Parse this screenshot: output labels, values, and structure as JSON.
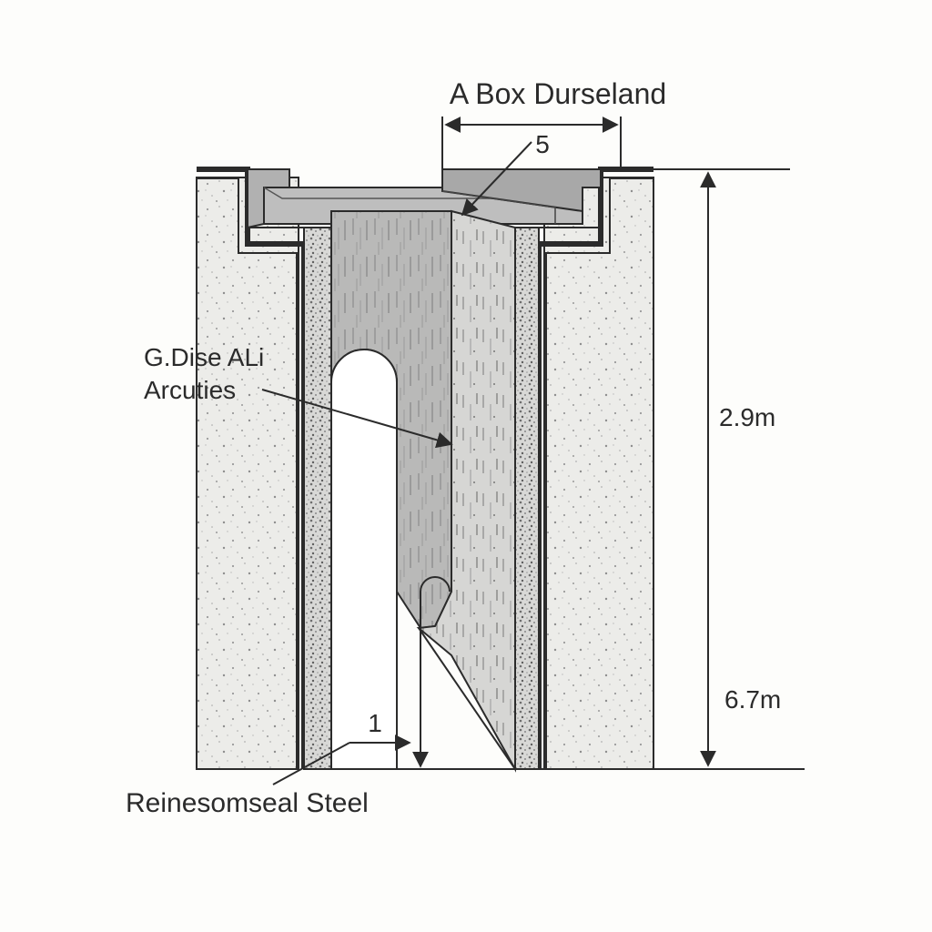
{
  "title": "A Box Durseland",
  "callouts": {
    "top_number": "5",
    "bottom_number": "1"
  },
  "labels": {
    "middle_line1": "G.Dise ALi",
    "middle_line2": "Arcuties",
    "bottom": "Reinesomseal Steel"
  },
  "dimensions": {
    "upper": "2.9m",
    "lower": "6.7m"
  },
  "colors": {
    "line": "#2b2b2b",
    "concrete": "#e9e9e6",
    "plate": "#a9a9a9",
    "plate_light": "#c4c4c4",
    "background": "#fdfdfb"
  }
}
